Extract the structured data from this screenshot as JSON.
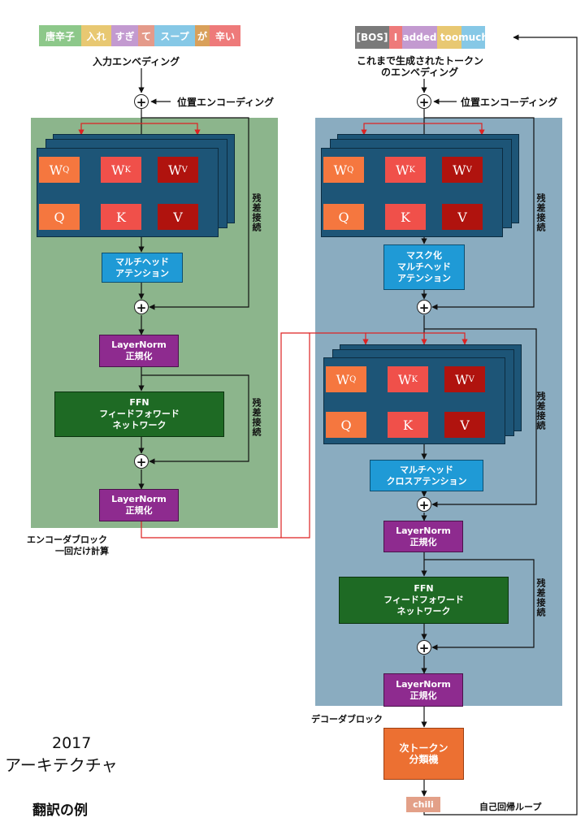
{
  "input_tokens": [
    "唐辛子",
    "入れ",
    "すぎ",
    "て",
    "スープ",
    "が",
    "辛い"
  ],
  "output_tokens": [
    "[BOS]",
    "I",
    "added",
    "too",
    "much"
  ],
  "labels": {
    "input_embedding": "入力エンベディング",
    "generated_embedding_1": "これまで生成されたトークン",
    "generated_embedding_2": "のエンベディング",
    "positional_encoding": "位置エンコーディング",
    "residual": "残差接続",
    "encoder_block_1": "エンコーダブロック",
    "encoder_block_2": "一回だけ計算",
    "decoder_block": "デコーダブロック",
    "autoregressive_loop": "自己回帰ループ",
    "year": "2017",
    "architecture": "アーキテクチャ",
    "translation_example": "翻訳の例"
  },
  "qkv": {
    "wq": "W",
    "wq_sub": "Q",
    "wk": "W",
    "wk_sub": "K",
    "wv": "W",
    "wv_sub": "V",
    "q": "Q",
    "k": "K",
    "v": "V"
  },
  "encoder": {
    "mha_1": "マルチヘッド",
    "mha_2": "アテンション",
    "norm_1": "LayerNorm",
    "norm_2": "正規化",
    "ffn_1": "FFN",
    "ffn_2": "フィードフォワード",
    "ffn_3": "ネットワーク"
  },
  "decoder": {
    "masked_1": "マスク化",
    "masked_2": "マルチヘッド",
    "masked_3": "アテンション",
    "cross_1": "マルチヘッド",
    "cross_2": "クロスアテンション",
    "norm_1": "LayerNorm",
    "norm_2": "正規化",
    "ffn_1": "FFN",
    "ffn_2": "フィードフォワード",
    "ffn_3": "ネットワーク"
  },
  "classifier": {
    "line1": "次トークン",
    "line2": "分類機"
  },
  "output": "chili",
  "colors": {
    "encoder_bg": "#8cb58c",
    "decoder_bg": "#8aacc0",
    "qkv_panel": "#1d5577",
    "wq": "#f5773f",
    "wk": "#f0504a",
    "wv": "#b0130e",
    "attention": "#1f9ad6",
    "layernorm": "#8e2b8f",
    "ffn": "#1e6a24",
    "classifier": "#ec7032",
    "output": "#e3a088",
    "residual_line": "#111111",
    "cross_line": "#dd2222"
  }
}
